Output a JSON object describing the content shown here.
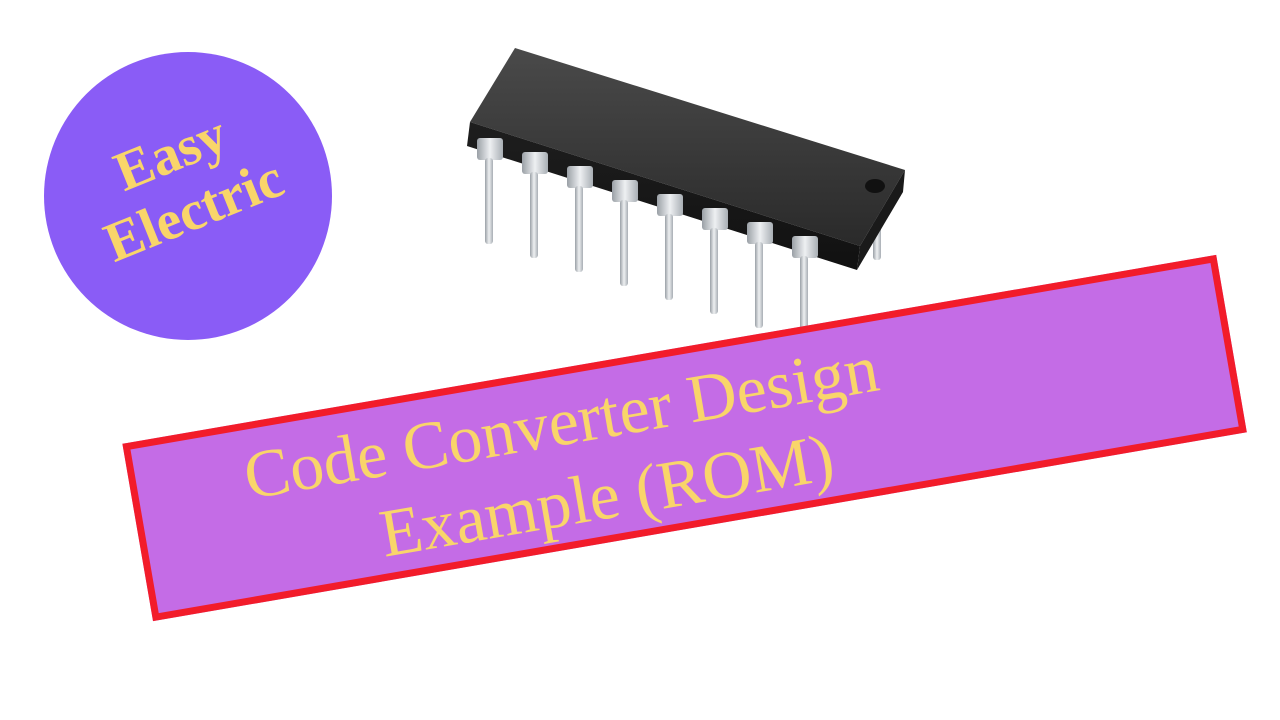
{
  "logo": {
    "line1": "Easy",
    "line2": "Electric",
    "circle_color": "#8A5CF6",
    "text_color": "#F9D56A"
  },
  "chip": {
    "icon": "ic-chip-icon",
    "body_color": "#2B2B2B",
    "pin_color": "#C9CDD1"
  },
  "banner": {
    "line1": "Code Converter Design",
    "line2": "Example (ROM)",
    "fill_color": "#C46CE6",
    "border_color": "#F21C2A",
    "text_color": "#F9D56A"
  }
}
